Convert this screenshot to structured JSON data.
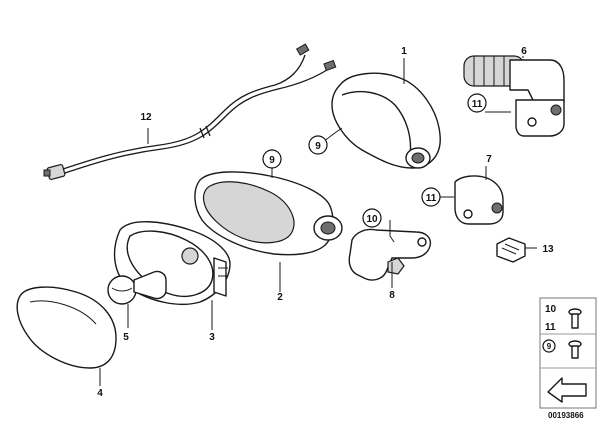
{
  "callouts": {
    "c1": "1",
    "c2": "2",
    "c3": "3",
    "c4": "4",
    "c5": "5",
    "c6": "6",
    "c7": "7",
    "c8": "8",
    "c9a": "9",
    "c9b": "9",
    "c10": "10",
    "c11a": "11",
    "c11b": "11",
    "c12": "12",
    "c13": "13"
  },
  "legend": {
    "row1_label": "10",
    "row2_label": "11",
    "row3_label": "9"
  },
  "document_id": "00193866"
}
